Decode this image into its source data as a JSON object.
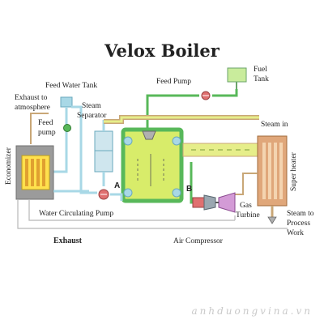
{
  "title": "Velox Boiler",
  "labels": {
    "fuel_tank_1": "Fuel",
    "fuel_tank_2": "Tank",
    "feed_pump_top": "Feed Pump",
    "feed_water_tank": "Feed Water Tank",
    "exhaust_to_atmosphere_1": "Exhaust to",
    "exhaust_to_atmosphere_2": "atmosphere",
    "steam_separator_1": "Steam",
    "steam_separator_2": "Separator",
    "feed_pump_left_1": "Feed",
    "feed_pump_left_2": "pump",
    "steam_in": "Steam in",
    "economizer": "Economizer",
    "super_heater": "Super heater",
    "point_a": "A",
    "point_b": "B",
    "water_circulating_pump": "Water Circulating Pump",
    "gas_turbine_1": "Gas",
    "gas_turbine_2": "Turbine",
    "steam_to_process_1": "Steam to",
    "steam_to_process_2": "Process",
    "steam_to_process_3": "Work",
    "exhaust": "Exhaust",
    "air_compressor": "Air Compressor"
  },
  "watermark": "anhduongvina.vn",
  "colors": {
    "water": "#a8d8e6",
    "water_stroke": "#6aa9bd",
    "combustion": "#d8ec6a",
    "combustion_border": "#58b85a",
    "steam_pipe": "#e6ee8a",
    "pipe_outline": "#c9a777",
    "economizer_body": "#9b9b9b",
    "economizer_core": "#ffe14d",
    "superheater_body": "#e0a77a",
    "pump": "#e07070",
    "turbine": "#d39bd6",
    "compressor": "#9aa7b0",
    "fuel_tank": "#c9ec9c"
  },
  "icons": [
    "feed-pump-icon",
    "circulating-pump-icon",
    "fuel-pump-icon",
    "burner-icon",
    "compressor-icon",
    "turbine-icon",
    "valve-icon"
  ]
}
